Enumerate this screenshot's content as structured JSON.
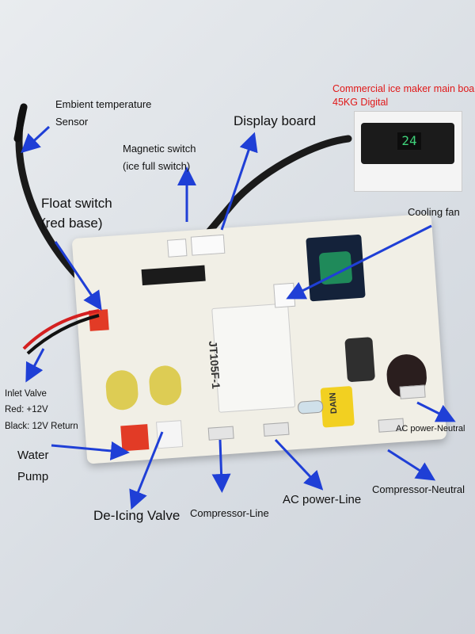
{
  "inset": {
    "title_line1": "Commercial ice maker main board",
    "title_line2": "45KG Digital",
    "display_value": "24"
  },
  "labels": {
    "ambient_sensor_1": "Embient temperature",
    "ambient_sensor_2": "Sensor",
    "display_board": "Display board",
    "magnetic_switch_1": "Magnetic switch",
    "magnetic_switch_2": "(ice full switch)",
    "float_switch_1": "Float switch",
    "float_switch_2": "(red base)",
    "cooling_fan": "Cooling fan",
    "inlet_valve_1": "Inlet Valve",
    "inlet_valve_2": "Red:  +12V",
    "inlet_valve_3": "Black: 12V Return",
    "water_pump_1": "Water",
    "water_pump_2": "Pump",
    "deicing_valve": "De-Icing Valve",
    "compressor_line": "Compressor-Line",
    "ac_power_line": "AC power-Line",
    "compressor_neutral": "Compressor-Neutral",
    "ac_power_neutral": "AC power-Neutral"
  },
  "board_text": {
    "relay_model": "JT105F-1",
    "capacitor_brand": "DAIN"
  },
  "colors": {
    "arrow": "#1f3fd6",
    "title_red": "#e01818",
    "pcb": "#f1efe6"
  }
}
